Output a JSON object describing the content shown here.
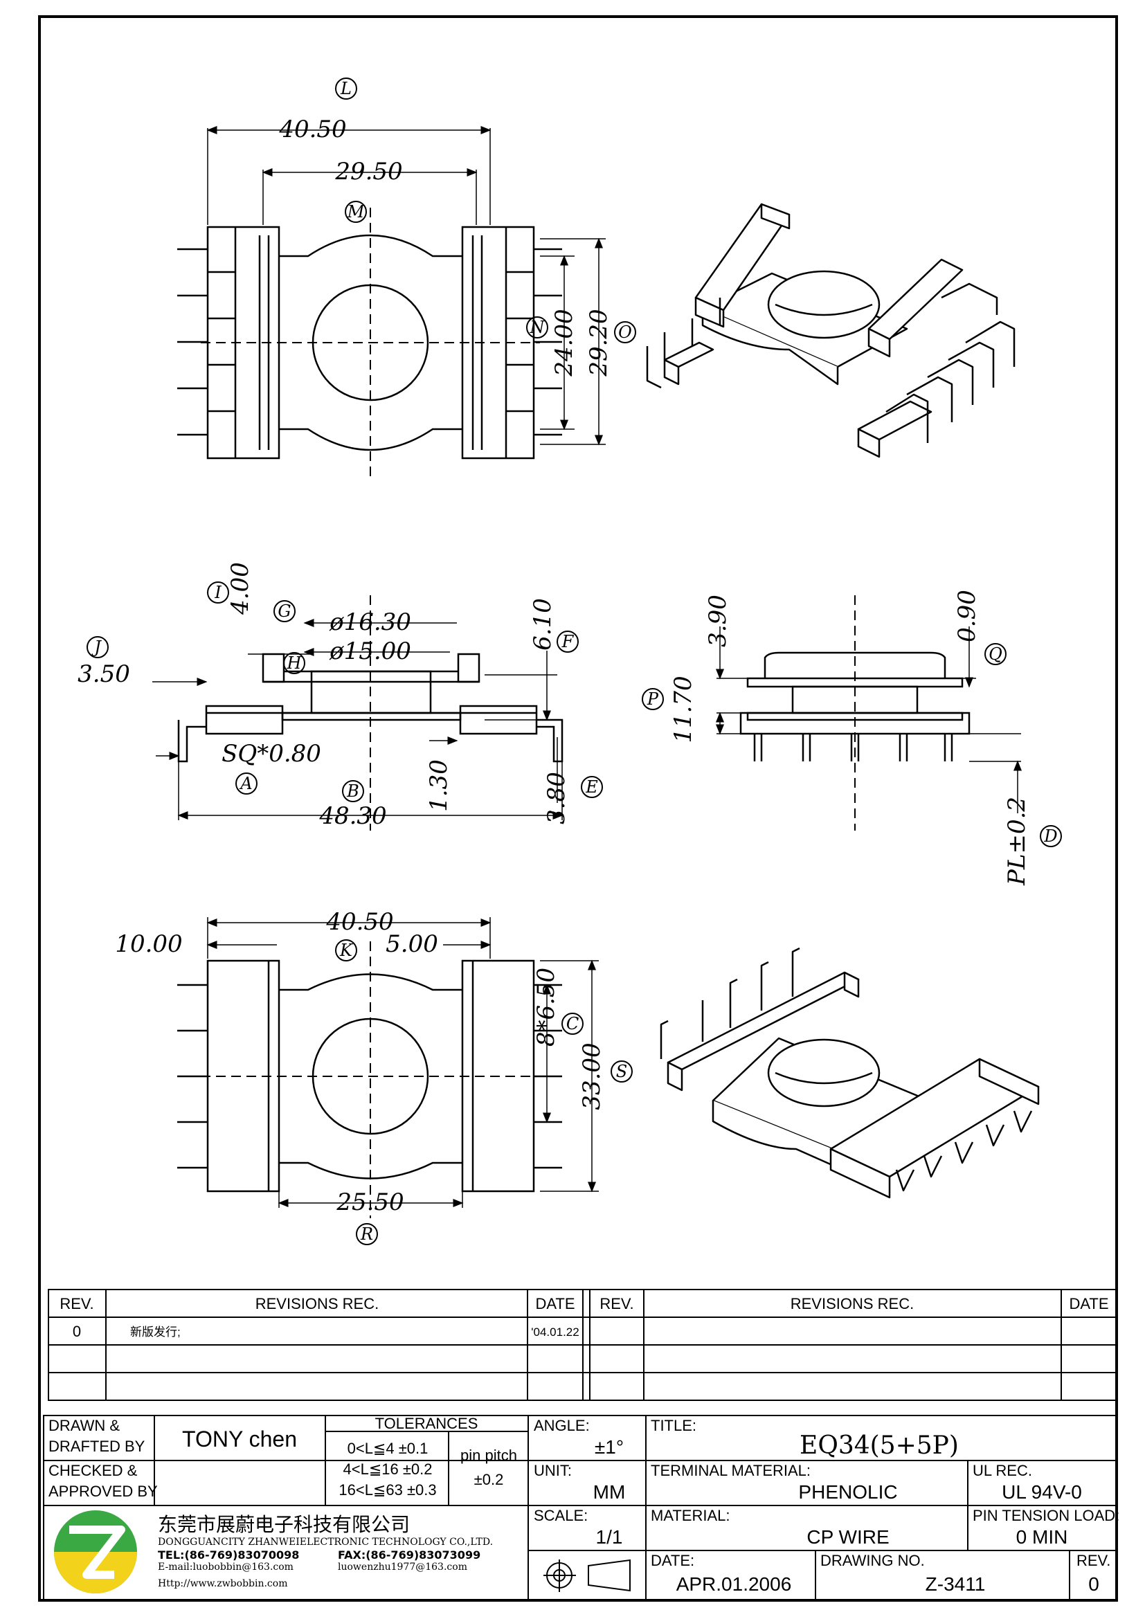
{
  "drawing": {
    "dims": {
      "L": "40.50",
      "M_top": "29.50",
      "N": "24.00",
      "O": "29.20",
      "I": "4.00",
      "G": "ø16.30",
      "H": "ø15.00",
      "F": "6.10",
      "J": "3.50",
      "A": "SQ*0.80",
      "B": "48.30",
      "mid": "1.30",
      "E": "3.80",
      "side_a": "3.90",
      "side_b": "0.90",
      "P": "11.70",
      "D": "PL±0.2",
      "bot_w": "40.50",
      "bot_l": "10.00",
      "K": "5.00",
      "C": "8*6.50",
      "S": "33.00",
      "R": "25.50"
    },
    "markers": {
      "L": "L",
      "M": "M",
      "N": "N",
      "O": "O",
      "I": "I",
      "G": "G",
      "H": "H",
      "F": "F",
      "J": "J",
      "A": "A",
      "B": "B",
      "E": "E",
      "P": "P",
      "Q": "Q",
      "D": "D",
      "K": "K",
      "C": "C",
      "S": "S",
      "R": "R"
    }
  },
  "revisions": {
    "headers": {
      "rev": "REV.",
      "rec": "REVISIONS    REC.",
      "date": "DATE"
    },
    "rows": [
      {
        "rev": "0",
        "rec": "新版发行;",
        "date": "'04.01.22"
      }
    ]
  },
  "title_block": {
    "drawn_label": "DRAWN &\nDRAFTED BY",
    "drawn_line1": "DRAWN &",
    "drawn_line2": "DRAFTED BY",
    "drawn_value": "TONY  chen",
    "checked_line1": "CHECKED &",
    "checked_line2": "APPROVED BY",
    "tolerances_label": "TOLERANCES",
    "tol_rows": [
      "0<L≦4   ±0.1",
      "4<L≦16  ±0.2",
      "16<L≦63  ±0.3"
    ],
    "pin_pitch_label": "pin pitch",
    "pin_pitch_value": "±0.2",
    "angle_label": "ANGLE:",
    "angle_value": "±1°",
    "unit_label": "UNIT:",
    "unit_value": "MM",
    "scale_label": "SCALE:",
    "scale_value": "1/1",
    "title_label": "TITLE:",
    "title_value": "EQ34(5+5P)",
    "terminal_label": "TERMINAL MATERIAL:",
    "terminal_value": "PHENOLIC",
    "ul_label": "UL REC.",
    "ul_value": "UL 94V-0",
    "material_label": "MATERIAL:",
    "material_value": "CP  WIRE",
    "pin_tension_label": "PIN TENSION LOAD:",
    "pin_tension_value": "0 MIN",
    "date_label": "DATE:",
    "date_value": "APR.01.2006",
    "drawing_no_label": "DRAWING NO.",
    "drawing_no_value": "Z-3411",
    "rev_label": "REV.",
    "rev_value": "0"
  },
  "company": {
    "name_cn": "东莞市展蔚电子科技有限公司",
    "name_en": "DONGGUANCITY ZHANWEIELECTRONIC TECHNOLOGY CO.,LTD.",
    "tel": "TEL:(86-769)83070098",
    "fax": "FAX:(86-769)83073099",
    "email": "E-mail:luobobbin@163.com",
    "email2": "luowenzhu1977@163.com",
    "web": "Http://www.zwbobbin.com",
    "logo_colors": {
      "green": "#3aa843",
      "yellow": "#f2d21b"
    }
  }
}
